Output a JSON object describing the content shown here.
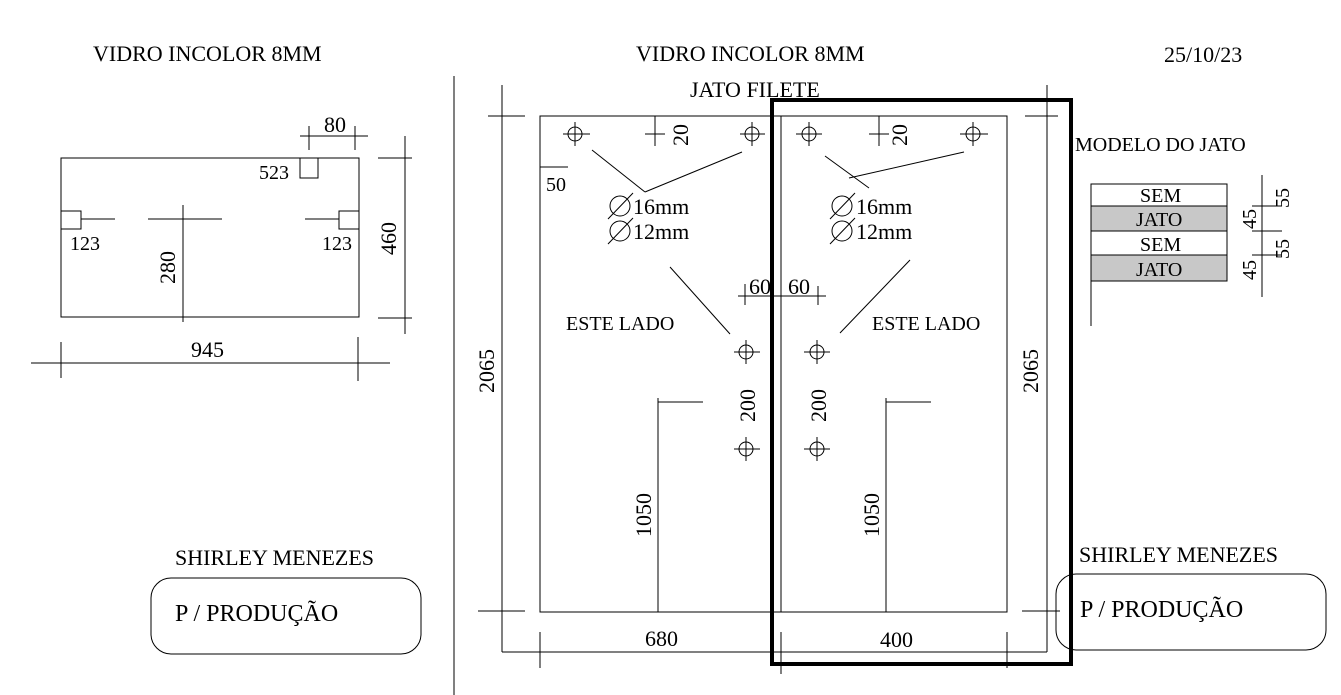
{
  "header": {
    "left_title": "VIDRO INCOLOR 8MM",
    "right_title": "VIDRO INCOLOR 8MM",
    "date": "25/10/23",
    "jato_filete": "JATO FILETE"
  },
  "left_piece": {
    "dim_80": "80",
    "dim_523": "523",
    "dim_123_left": "123",
    "dim_123_right": "123",
    "dim_280": "280",
    "dim_460": "460",
    "dim_945": "945",
    "client": "SHIRLEY MENEZES",
    "stamp": "P / PRODUÇÃO"
  },
  "right_piece": {
    "dim_20_left": "20",
    "dim_20_right": "20",
    "dim_50": "50",
    "hole_16_left": "16mm",
    "hole_12_left": "12mm",
    "hole_16_right": "16mm",
    "hole_12_right": "12mm",
    "dim_60_left": "60",
    "dim_60_right": "60",
    "este_lado_left": "ESTE LADO",
    "este_lado_right": "ESTE LADO",
    "dim_200_left": "200",
    "dim_200_right": "200",
    "dim_1050_left": "1050",
    "dim_1050_right": "1050",
    "dim_2065_left": "2065",
    "dim_2065_right": "2065",
    "dim_680": "680",
    "dim_400": "400"
  },
  "jato_model": {
    "title": "MODELO DO JATO",
    "rows": [
      "SEM",
      "JATO",
      "SEM",
      "JATO"
    ],
    "dim_55_a": "55",
    "dim_45_a": "45",
    "dim_55_b": "55",
    "dim_45_b": "45"
  },
  "right_stamp": {
    "client": "SHIRLEY MENEZES",
    "stamp": "P / PRODUÇÃO"
  }
}
